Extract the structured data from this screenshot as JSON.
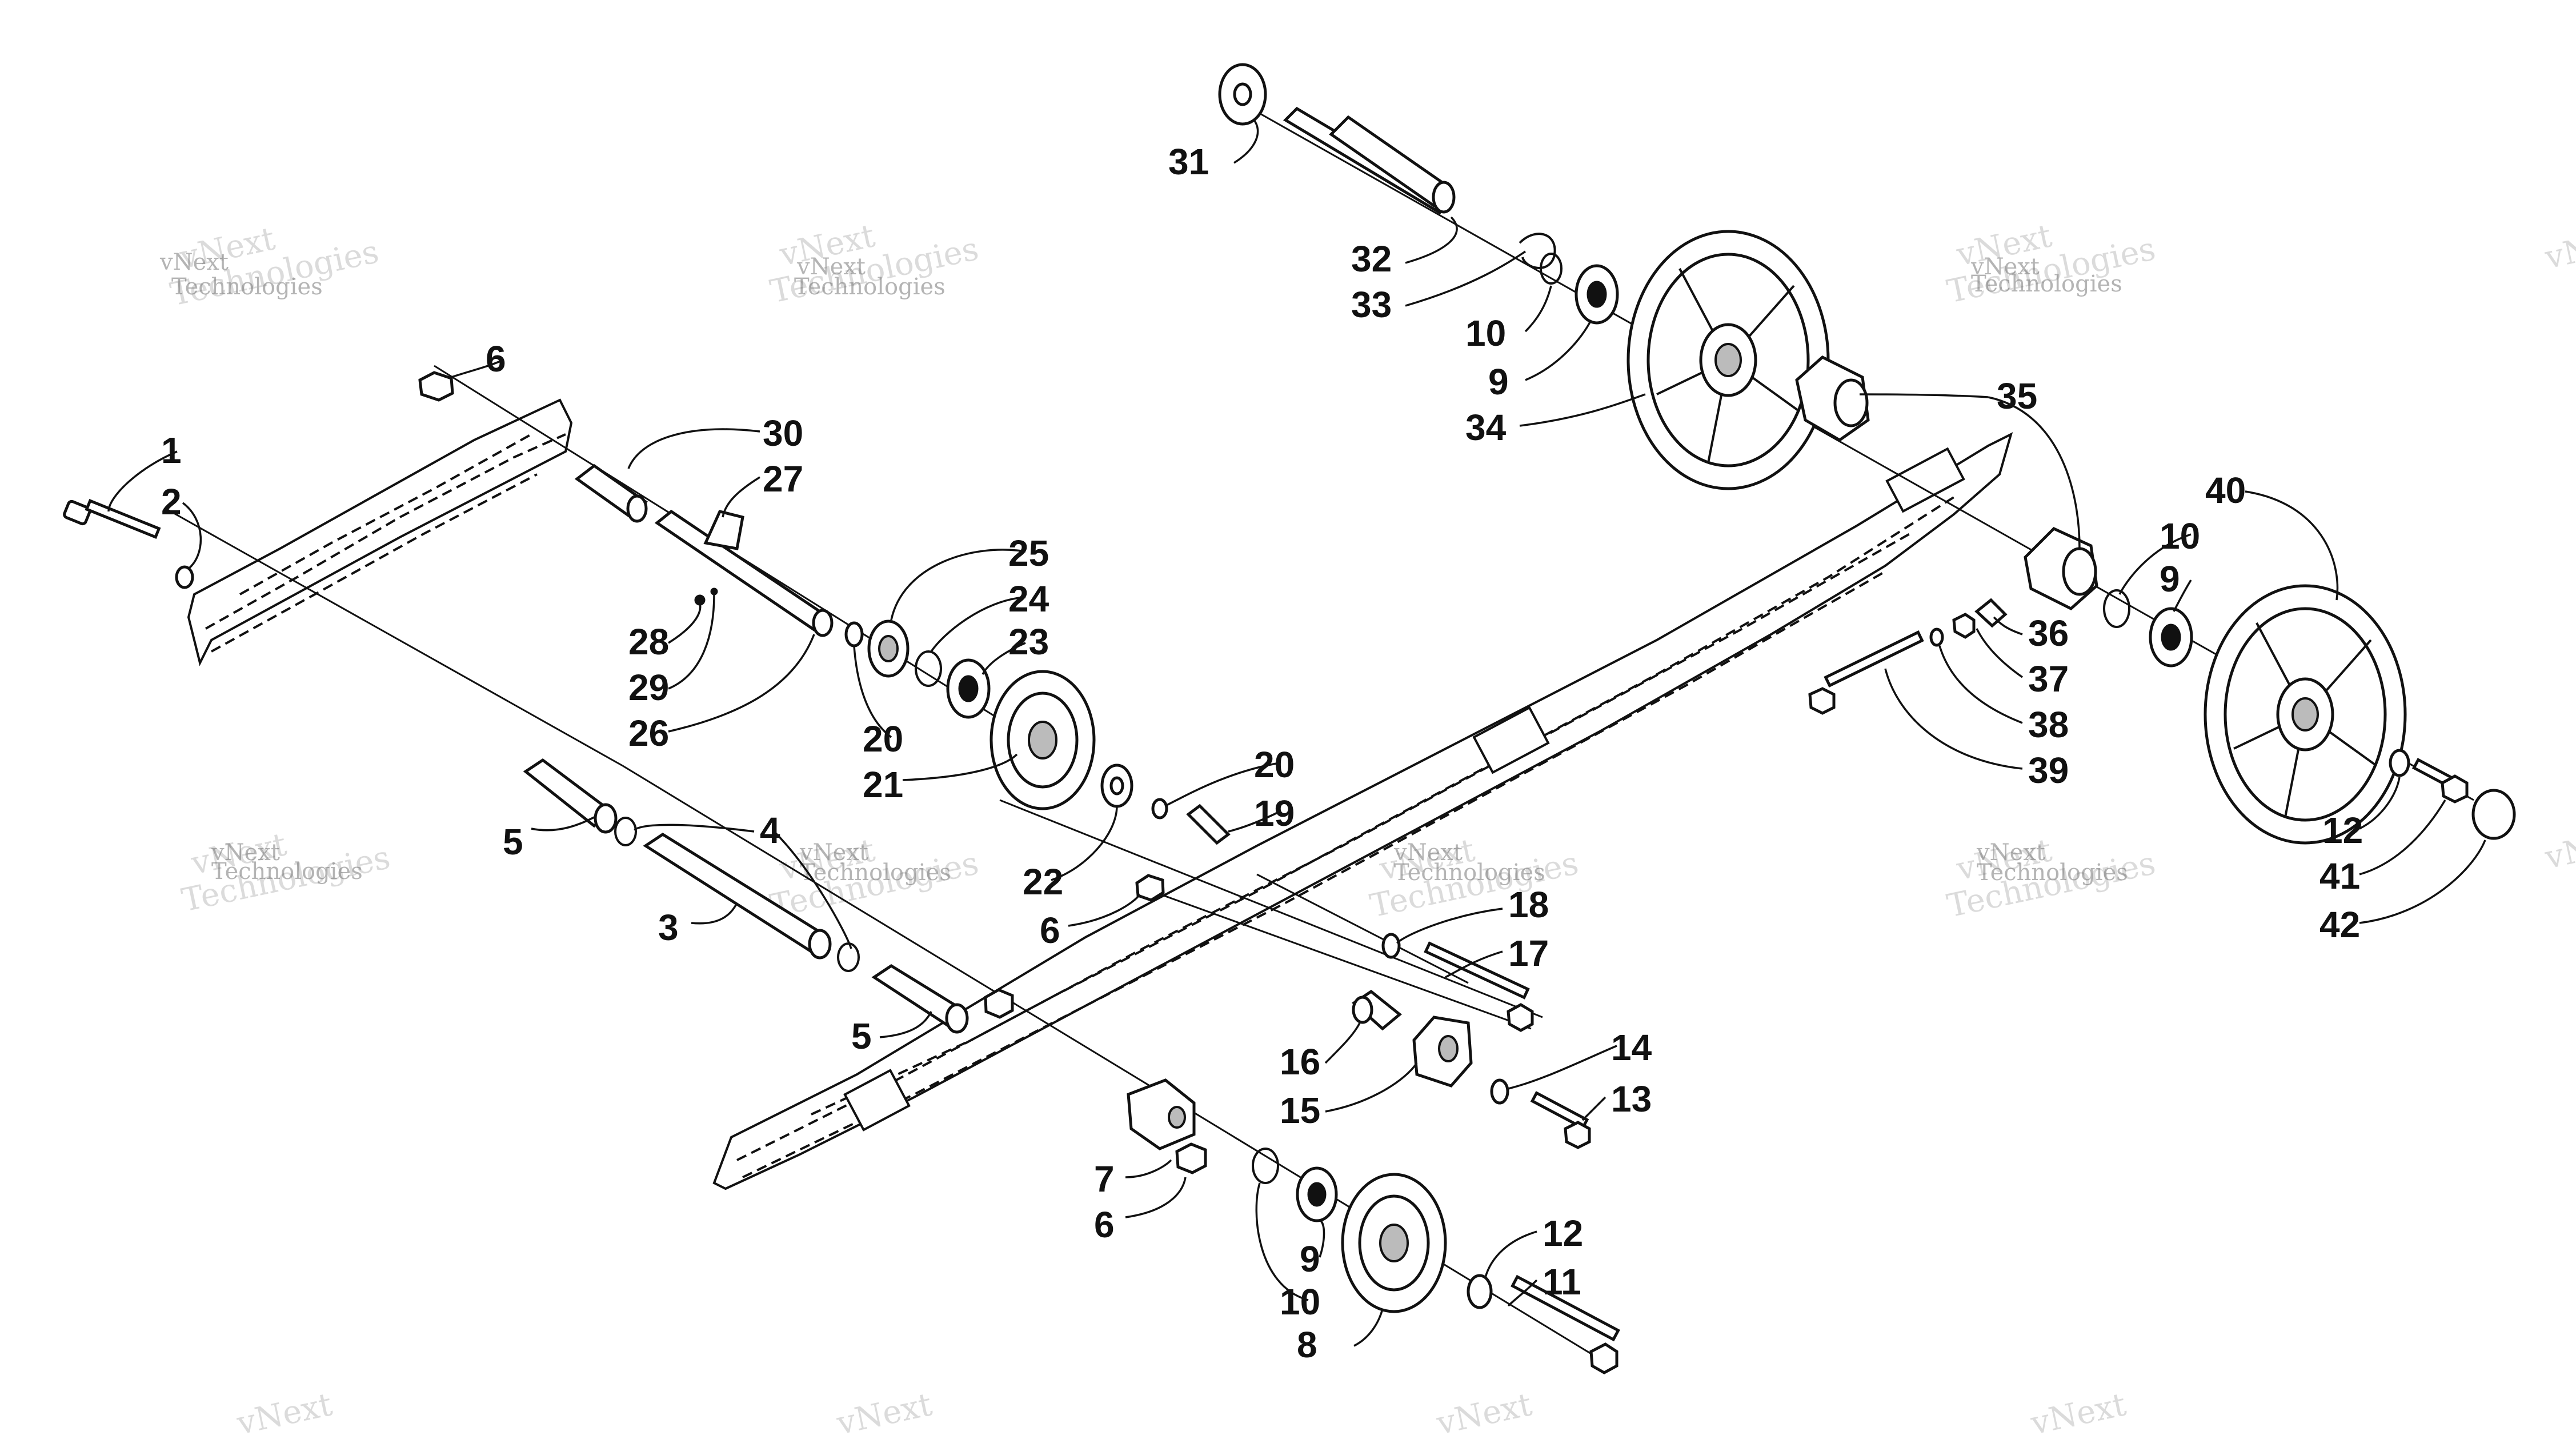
{
  "callouts": [
    "1",
    "2",
    "3",
    "4",
    "5",
    "5",
    "6",
    "6",
    "6",
    "7",
    "8",
    "9",
    "9",
    "9",
    "10",
    "10",
    "10",
    "11",
    "12",
    "12",
    "13",
    "14",
    "15",
    "16",
    "17",
    "18",
    "19",
    "20",
    "20",
    "21",
    "22",
    "23",
    "24",
    "25",
    "26",
    "27",
    "28",
    "29",
    "30",
    "31",
    "32",
    "33",
    "34",
    "35",
    "36",
    "37",
    "38",
    "39",
    "40",
    "41",
    "42"
  ],
  "watermark": {
    "line1": "vNext",
    "line2": "Technologies"
  }
}
